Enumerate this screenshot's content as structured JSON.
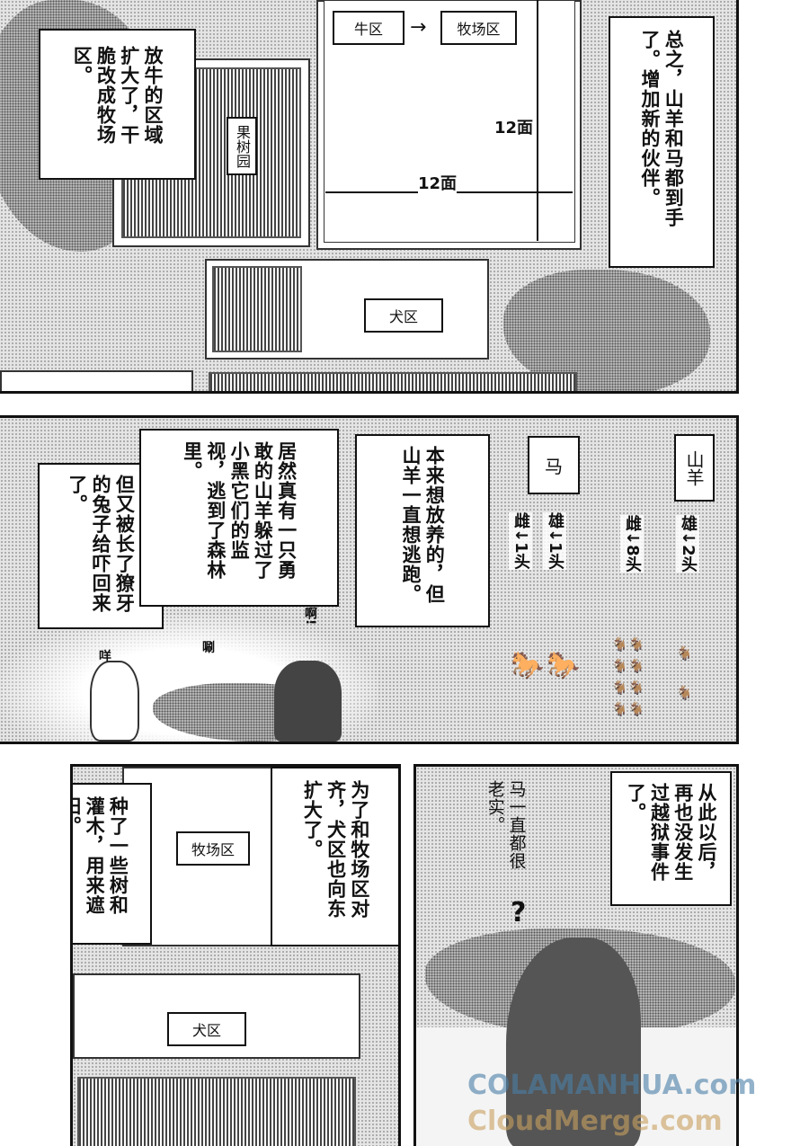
{
  "panel1": {
    "caption_left": "放牛的区域扩大了，干脆改成牧场区。",
    "caption_right": "总之，山羊和马都到手了。增加新的伙伴。",
    "map_labels": {
      "orchard": "果树园",
      "cattle_zone": "牛区",
      "arrow": "→",
      "ranch_zone": "牧场区",
      "height": "12面",
      "width": "12面",
      "dog_zone": "犬区"
    }
  },
  "panel2": {
    "caption_1": "但又被长了獠牙的兔子给吓回来了。",
    "caption_2": "居然真有一只勇敢的山羊躲过了小黑它们的监视，逃到了森林里。",
    "caption_3": "本来想放养的，但山羊一直想逃跑。",
    "horse_label": "马",
    "goat_label": "山羊",
    "counts": [
      {
        "text": "雌↓1头",
        "animal": "horse",
        "n": 1
      },
      {
        "text": "雄↓1头",
        "animal": "horse",
        "n": 1
      },
      {
        "text": "雌↓8头",
        "animal": "goat",
        "n": 8
      },
      {
        "text": "雄↓2头",
        "animal": "goat",
        "n": 2
      }
    ],
    "sfx": {
      "goat": "咩",
      "rustle": "唰",
      "surprise": "啊!"
    }
  },
  "panel3": {
    "caption_left": "种了一些树和灌木，用来遮阳。",
    "ranch_zone": "牧场区",
    "caption_mid": "为了和牧场区对齐，犬区也向东扩大了。",
    "dog_zone": "犬区"
  },
  "panel4": {
    "caption": "从此以后，再也没发生过越狱事件了。",
    "handwritten": "马一直都很老实。",
    "question": "?"
  },
  "watermark": {
    "line1": "COLAMANHUA.com",
    "line2": "CloudMerge.com"
  }
}
